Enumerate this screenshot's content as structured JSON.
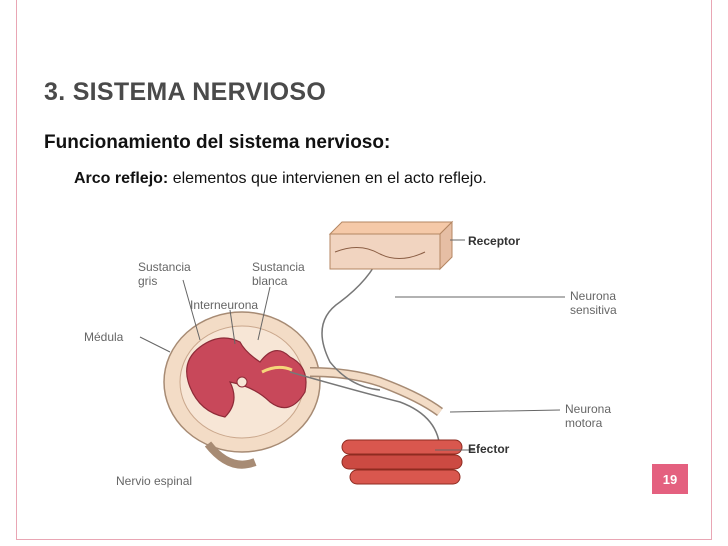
{
  "slide": {
    "title": "3. SISTEMA NERVIOSO",
    "subtitle": "Funcionamiento del sistema nervioso:",
    "bullet_term": "Arco reflejo:",
    "bullet_text": " elementos que intervienen en el acto reflejo.",
    "page_number": "19"
  },
  "diagram": {
    "labels": {
      "sustancia_gris": "Sustancia\ngris",
      "sustancia_blanca": "Sustancia\nblanca",
      "interneurona": "Interneurona",
      "medula": "Médula",
      "receptor": "Receptor",
      "neurona_sensitiva": "Neurona\nsensitiva",
      "neurona_motora": "Neurona\nmotora",
      "efector": "Efector",
      "nervio_espinal": "Nervio espinal"
    }
  },
  "colors": {
    "accent": "#e4607f",
    "frame": "#e9a6b4",
    "cord_outer": "#f3dcc6",
    "cord_inner": "#c8485a"
  }
}
